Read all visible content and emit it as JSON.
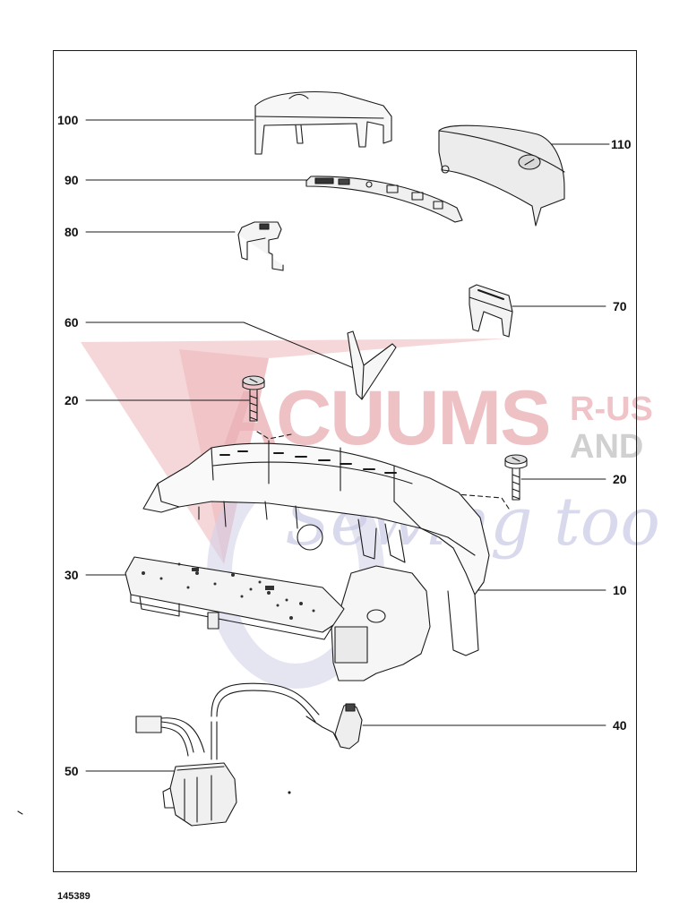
{
  "callouts": {
    "c100": "100",
    "c110": "110",
    "c90": "90",
    "c80": "80",
    "c70": "70",
    "c60": "60",
    "c20a": "20",
    "c20b": "20",
    "c30": "30",
    "c10": "10",
    "c40": "40",
    "c50": "50"
  },
  "reference_number": "145389",
  "watermark": {
    "main": "ACUUMS",
    "side_top": "R-US",
    "side_bottom": "AND",
    "script": "Sewing too"
  },
  "colors": {
    "line": "#1a1a1a",
    "watermark_red": "#e9a0a6",
    "watermark_grey": "#c9c9c9",
    "watermark_blue": "#c4c4e2"
  }
}
